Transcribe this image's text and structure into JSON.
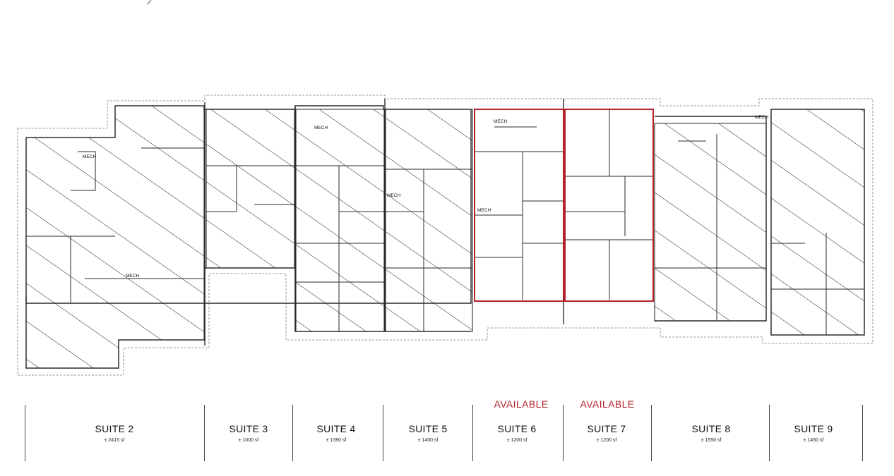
{
  "mech_label": "MECH",
  "colors": {
    "available": "#b5202a",
    "line": "#2a2a2a"
  },
  "suites": [
    {
      "id": "s2",
      "name": "SUITE 2",
      "area": "± 2415 sf",
      "status": ""
    },
    {
      "id": "s3",
      "name": "SUITE 3",
      "area": "± 1000 sf",
      "status": ""
    },
    {
      "id": "s4",
      "name": "SUITE 4",
      "area": "± 1390 sf",
      "status": ""
    },
    {
      "id": "s5",
      "name": "SUITE 5",
      "area": "± 1400 sf",
      "status": ""
    },
    {
      "id": "s6",
      "name": "SUITE 6",
      "area": "± 1200 sf",
      "status": "AVAILABLE"
    },
    {
      "id": "s7",
      "name": "SUITE 7",
      "area": "± 1200 sf",
      "status": "AVAILABLE"
    },
    {
      "id": "s8",
      "name": "SUITE 8",
      "area": "± 1550 sf",
      "status": ""
    },
    {
      "id": "s9",
      "name": "SUITE 9",
      "area": "± 1450 sf",
      "status": ""
    }
  ]
}
